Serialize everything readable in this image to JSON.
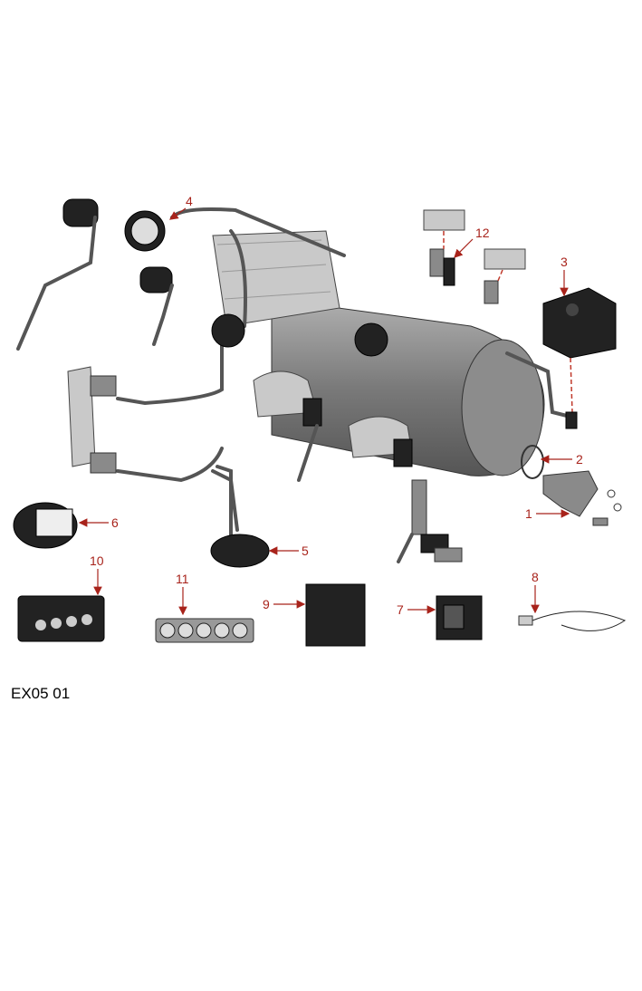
{
  "diagram": {
    "code": "EX05 01",
    "callouts": [
      "1",
      "2",
      "3",
      "4",
      "5",
      "6",
      "7",
      "8",
      "9",
      "10",
      "11",
      "12"
    ],
    "accent_color": "#a8231b"
  }
}
